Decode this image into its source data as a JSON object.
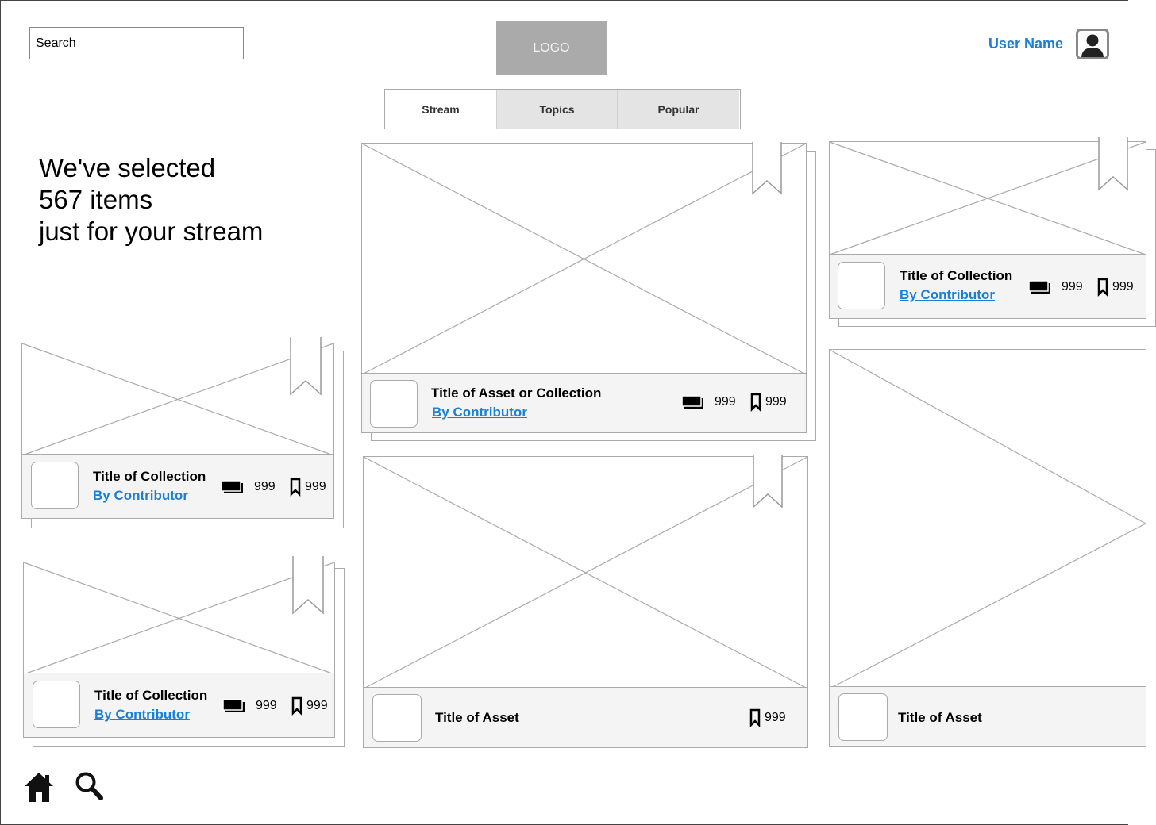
{
  "header": {
    "search_placeholder": "Search",
    "logo": "LOGO",
    "user_name": "User Name"
  },
  "tabs": [
    {
      "label": "Stream",
      "active": true
    },
    {
      "label": "Topics",
      "active": false
    },
    {
      "label": "Popular",
      "active": false
    }
  ],
  "headline": {
    "line1": "We've selected",
    "line2": "567 items",
    "line3": "just for your stream"
  },
  "cards": [
    {
      "title": "Title of Asset or Collection",
      "contributor": "By Contributor",
      "collections": "999",
      "bookmarks": "999"
    },
    {
      "title": "Title of Collection",
      "contributor": "By Contributor",
      "collections": "999",
      "bookmarks": "999"
    },
    {
      "title": "Title of Collection",
      "contributor": "By Contributor",
      "collections": "999",
      "bookmarks": "999"
    },
    {
      "title": "Title of Collection",
      "contributor": "By Contributor",
      "collections": "999",
      "bookmarks": "999"
    },
    {
      "title": "Title of Asset",
      "bookmarks": "999"
    },
    {
      "title": "Title of Asset"
    }
  ],
  "icons": {
    "collection": "collection-stack-icon",
    "bookmark": "bookmark-icon",
    "home": "home-icon",
    "search": "search-icon",
    "avatar": "user-avatar-icon"
  },
  "colors": {
    "link": "#1a7fd6",
    "border": "#aaaaaa",
    "footer_bg": "#f4f4f4",
    "logo_bg": "#aaaaaa"
  }
}
